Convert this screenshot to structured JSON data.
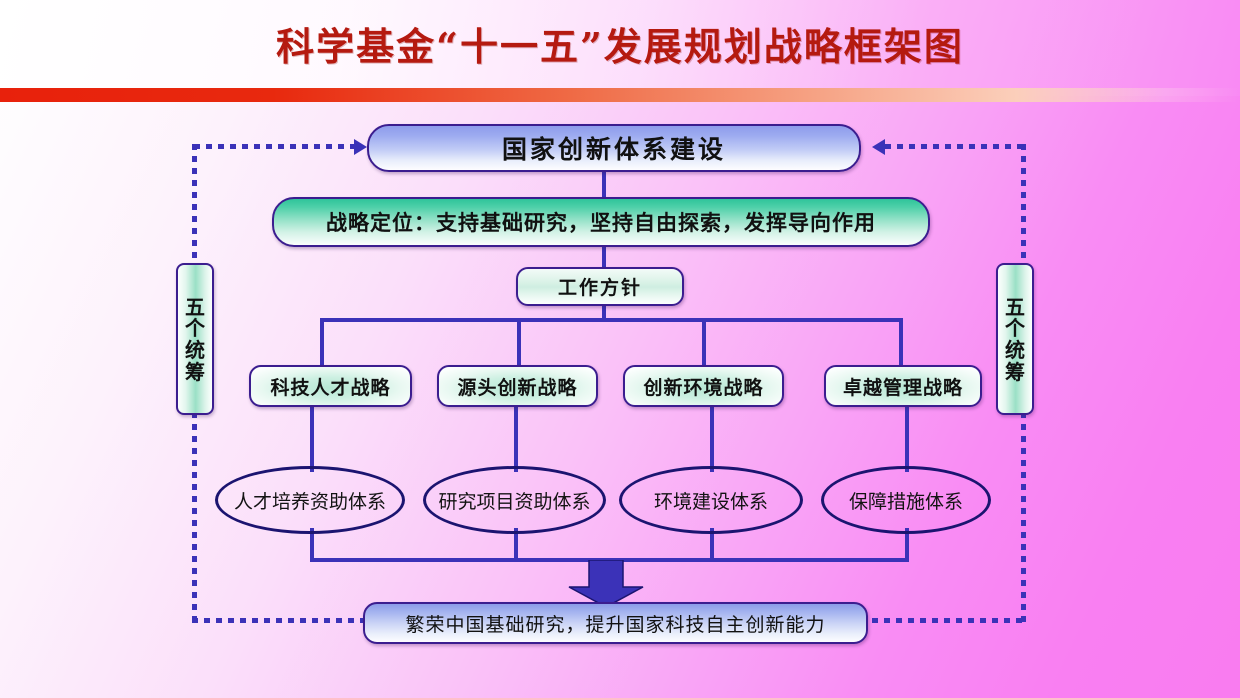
{
  "header": {
    "title": "科学基金“十一五”发展规划战略框架图"
  },
  "diagram": {
    "top_node": "国家创新体系建设",
    "positioning_node": "战略定位：支持基础研究，坚持自由探索，发挥导向作用",
    "policy_node": "工作方针",
    "strategies": [
      {
        "label": "科技人才战略"
      },
      {
        "label": "源头创新战略"
      },
      {
        "label": "创新环境战略"
      },
      {
        "label": "卓越管理战略"
      }
    ],
    "systems": [
      {
        "label": "人才培养资助体系"
      },
      {
        "label": "研究项目资助体系"
      },
      {
        "label": "环境建设体系"
      },
      {
        "label": "保障措施体系"
      }
    ],
    "side_boxes": {
      "left": {
        "chars": [
          "五",
          "个",
          "统",
          "筹"
        ]
      },
      "right": {
        "chars": [
          "五",
          "个",
          "统",
          "筹"
        ]
      }
    },
    "goal_node": "繁荣中国基础研究，提升国家科技自主创新能力"
  },
  "colors": {
    "title_red": "#b51a10",
    "connector_blue": "#3b32b8",
    "box_border_purple": "#3b1d8f",
    "ellipse_border_navy": "#1b1470",
    "green_accent": "#2fc49a",
    "blue_accent": "#8e9ceb",
    "background_magenta": "#f97cf0"
  }
}
